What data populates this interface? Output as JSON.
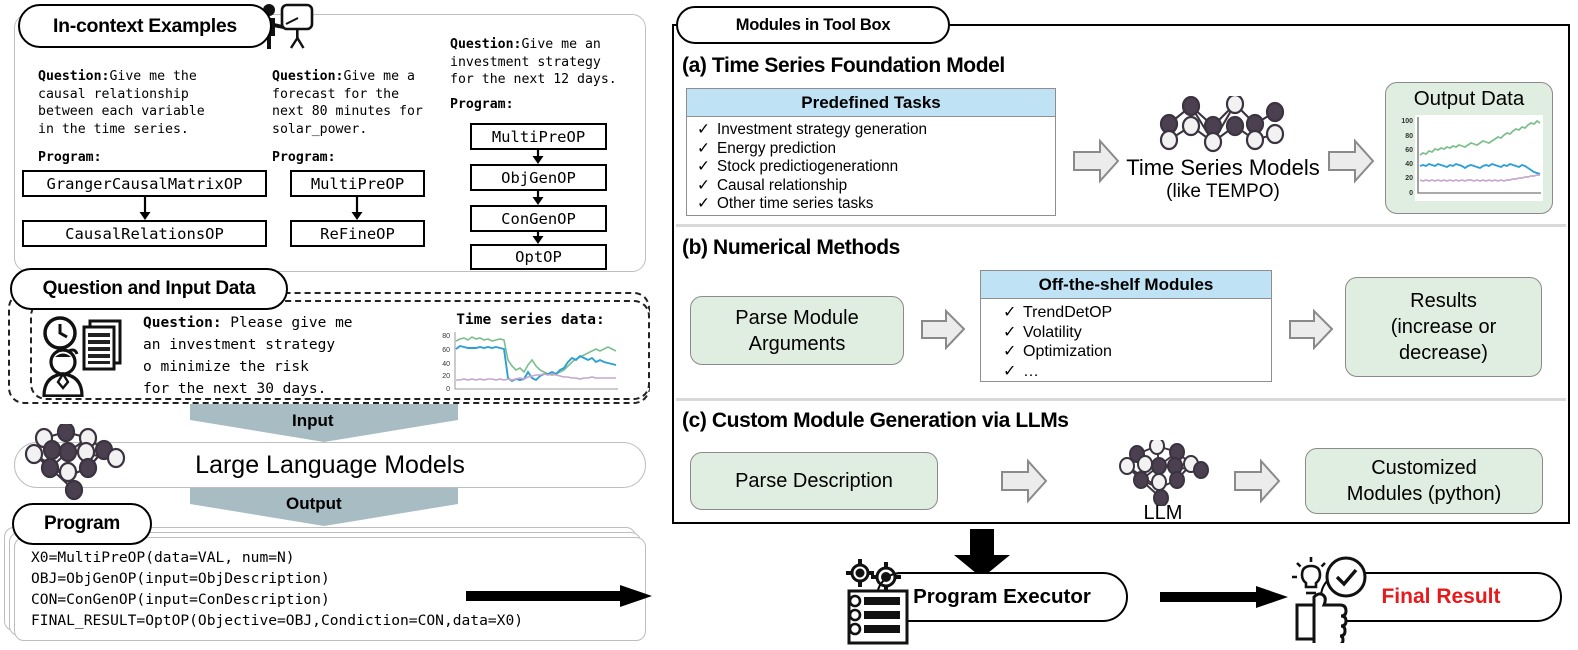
{
  "panels": {
    "incontext_label": "In-context Examples",
    "question_input_label": "Question and Input Data",
    "program_label": "Program",
    "toolbox_label": "Modules in Tool Box"
  },
  "examples": [
    {
      "question_prefix": "Question:",
      "question_text": "Give me the\ncausal relationship\nbetween each variable\nin the time series.",
      "program_prefix": "Program:",
      "ops": [
        "GrangerCausalMatrixOP",
        "CausalRelationsOP"
      ]
    },
    {
      "question_prefix": "Question:",
      "question_text": "Give me a\nforecast for the\nnext 80 minutes for\nsolar_power.",
      "program_prefix": "Program:",
      "ops": [
        "MultiPreOP",
        "ReFineOP"
      ]
    },
    {
      "question_prefix": "Question:",
      "question_text": "Give me an\ninvestment strategy\nfor the next 12 days.",
      "program_prefix": "Program:",
      "ops": [
        "MultiPreOP",
        "ObjGenOP",
        "ConGenOP",
        "OptOP"
      ]
    }
  ],
  "user_query": {
    "question_prefix": "Question:",
    "question_text": " Please give me\nan investment strategy\no minimize the risk\nfor the next 30 days.",
    "chart_title": "Time series data:"
  },
  "flow": {
    "input_label": "Input",
    "output_label": "Output",
    "llm_label": "Large Language Models",
    "llm_icon_name": "neural-network-icon"
  },
  "program_code": [
    "X0=MultiPreOP(data=VAL, num=N)",
    "OBJ=ObjGenOP(input=ObjDescription)",
    "CON=ConGenOP(input=ConDescription)",
    "FINAL_RESULT=OptOP(Objective=OBJ,Condiction=CON,data=X0)"
  ],
  "toolbox": {
    "sections": [
      {
        "title": "(a) Time Series Foundation Model",
        "table_header": "Predefined Tasks",
        "table_items": [
          "Investment strategy generation",
          "Energy prediction",
          "Stock predictiogenerationn",
          "Causal relationship",
          "Other time series tasks"
        ],
        "middle_label_line1": "Time Series Models",
        "middle_label_line2": "(like TEMPO)",
        "output_title": "Output Data"
      },
      {
        "title": "(b) Numerical Methods",
        "left_box_line1": "Parse Module",
        "left_box_line2": "Arguments",
        "table_header": "Off-the-shelf Modules",
        "table_items": [
          "TrendDetOP",
          "Volatility",
          "Optimization",
          "…"
        ],
        "right_box_line1": "Results",
        "right_box_line2": "(increase or",
        "right_box_line3": "decrease)"
      },
      {
        "title": "(c) Custom Module Generation via LLMs",
        "left_box_line1": "Parse Description",
        "middle_label": "LLM",
        "right_box_line1": "Customized",
        "right_box_line2": "Modules (python)"
      }
    ]
  },
  "bottom": {
    "program_executor": "Program Executor",
    "final_result": "Final Result"
  },
  "colors": {
    "table_header_blue": "#bfe3f5",
    "green_box": "#dfeee0",
    "chevron_gray": "#a8bcc4",
    "final_result_red": "#e8191b",
    "series_green": "#7cbf8e",
    "series_blue": "#2e9fd4",
    "series_purple": "#c5a7cd"
  },
  "chart_data": [
    {
      "id": "input-time-series",
      "type": "line",
      "title": "Time series data:",
      "ylabel": "",
      "xlabel": "",
      "ylim": [
        0,
        80
      ],
      "yticks": [
        0,
        20,
        40,
        60,
        80
      ],
      "grid": false,
      "legend": "none",
      "series": [
        {
          "name": "series-green",
          "color": "#7cbf8e",
          "values": [
            68,
            70,
            71,
            69,
            72,
            70,
            71,
            69,
            70,
            68,
            69,
            70,
            69,
            52,
            44,
            40,
            42,
            38,
            45,
            52,
            44,
            40,
            38,
            36,
            34,
            33,
            34,
            36,
            40,
            44,
            48,
            50,
            52,
            54,
            56,
            58,
            56,
            58,
            60,
            58,
            56
          ]
        },
        {
          "name": "series-blue",
          "color": "#2e9fd4",
          "values": [
            56,
            60,
            59,
            58,
            58,
            57,
            58,
            57,
            58,
            57,
            58,
            57,
            56,
            26,
            22,
            24,
            23,
            25,
            32,
            26,
            24,
            28,
            30,
            30,
            32,
            30,
            34,
            36,
            42,
            46,
            44,
            48,
            46,
            44,
            46,
            42,
            44,
            42,
            41,
            40,
            39
          ]
        },
        {
          "name": "series-purple",
          "color": "#c5a7cd",
          "values": [
            19,
            19,
            20,
            19,
            20,
            19,
            20,
            19,
            20,
            20,
            19,
            20,
            19,
            20,
            19,
            20,
            21,
            20,
            22,
            23,
            24,
            24,
            25,
            24,
            25,
            24,
            23,
            22,
            22,
            21,
            21,
            20,
            21,
            21,
            22,
            21,
            21,
            21,
            21,
            21,
            21
          ]
        }
      ]
    },
    {
      "id": "output-data",
      "type": "line",
      "title": "Output Data",
      "ylabel": "",
      "xlabel": "",
      "ylim": [
        0,
        100
      ],
      "yticks": [
        0,
        20,
        40,
        60,
        80,
        100
      ],
      "grid": false,
      "legend": "none",
      "series": [
        {
          "name": "series-green",
          "color": "#7cbf8e",
          "values": [
            56,
            58,
            57,
            60,
            59,
            62,
            61,
            63,
            62,
            64,
            63,
            65,
            64,
            66,
            65,
            64,
            66,
            68,
            67,
            66,
            68,
            70,
            69,
            68,
            70,
            72,
            74,
            73,
            76,
            78,
            77,
            80,
            82,
            81,
            84,
            83,
            86,
            88,
            87,
            90,
            88
          ]
        },
        {
          "name": "series-blue",
          "color": "#2e9fd4",
          "values": [
            40,
            41,
            40,
            42,
            41,
            40,
            42,
            41,
            40,
            39,
            41,
            40,
            42,
            41,
            40,
            38,
            40,
            41,
            40,
            39,
            38,
            40,
            41,
            40,
            42,
            41,
            40,
            39,
            41,
            40,
            42,
            41,
            40,
            39,
            41,
            40,
            38,
            36,
            34,
            33,
            32
          ]
        },
        {
          "name": "series-purple",
          "color": "#c5a7cd",
          "values": [
            21,
            20,
            21,
            20,
            21,
            20,
            21,
            20,
            21,
            20,
            21,
            20,
            21,
            20,
            21,
            20,
            21,
            21,
            20,
            21,
            20,
            21,
            20,
            21,
            20,
            21,
            20,
            21,
            20,
            21,
            21,
            22,
            22,
            23,
            23,
            24,
            24,
            25,
            25,
            26,
            26
          ]
        }
      ]
    }
  ],
  "icons": {
    "presenter": "presenter-whiteboard-icon",
    "user_clock_doc": "user-clock-document-icon",
    "network": "neural-network-icon",
    "clipboard_gears": "clipboard-gears-icon",
    "thumbs_up_check": "thumbs-up-check-icon"
  }
}
